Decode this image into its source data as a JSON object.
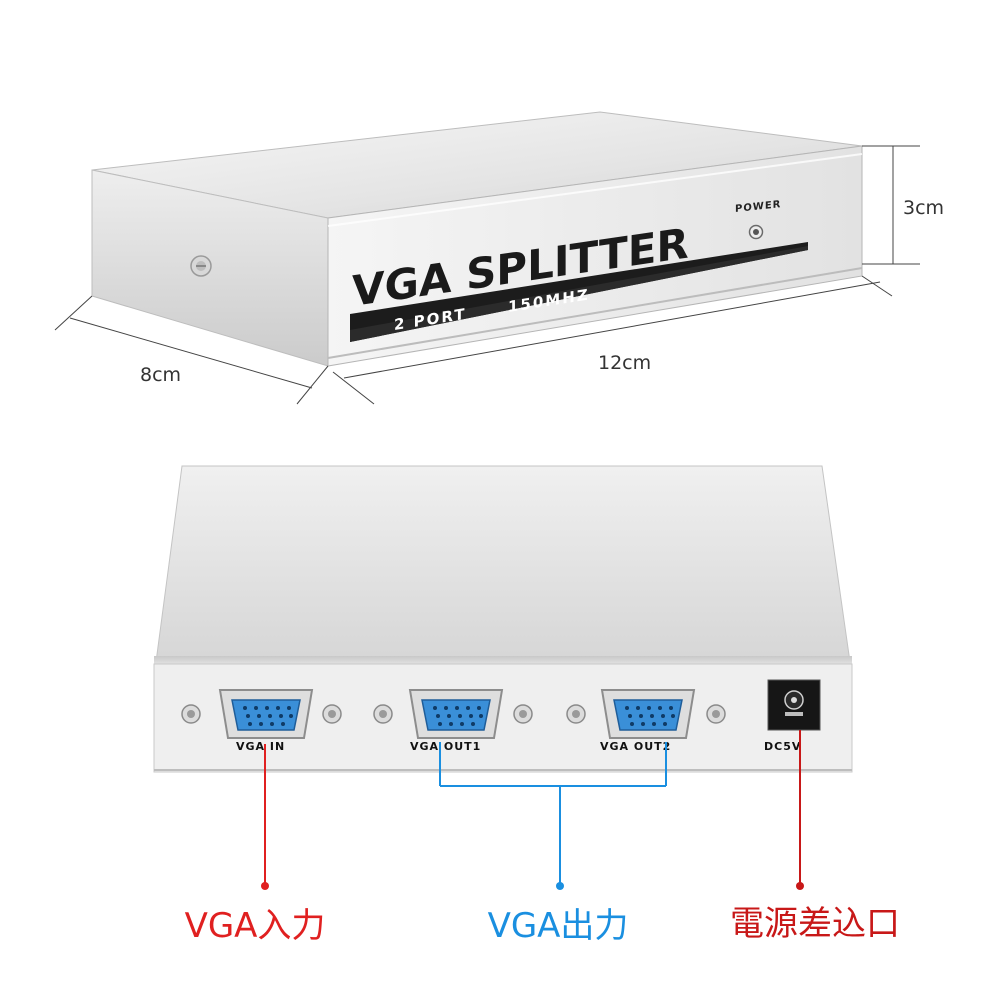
{
  "device": {
    "brand_title": "VGA SPLITTER",
    "port_count_label": "2 PORT",
    "bandwidth_label": "150MHZ",
    "power_label": "POWER"
  },
  "dimensions": {
    "height": "3cm",
    "depth": "8cm",
    "width": "12cm"
  },
  "ports": {
    "vga_in": "VGA IN",
    "vga_out1": "VGA OUT1",
    "vga_out2": "VGA OUT2",
    "dc_in": "DC5V"
  },
  "callouts": {
    "input": "VGA入力",
    "output": "VGA出力",
    "power_input": "電源差込口"
  },
  "colors": {
    "input_line": "#e02020",
    "output_line": "#1a8fe0",
    "power_line": "#c81818",
    "port_blue": "#3a8fd8",
    "casing": "#e6e6e6",
    "front_panel": "#f2f2f2"
  }
}
